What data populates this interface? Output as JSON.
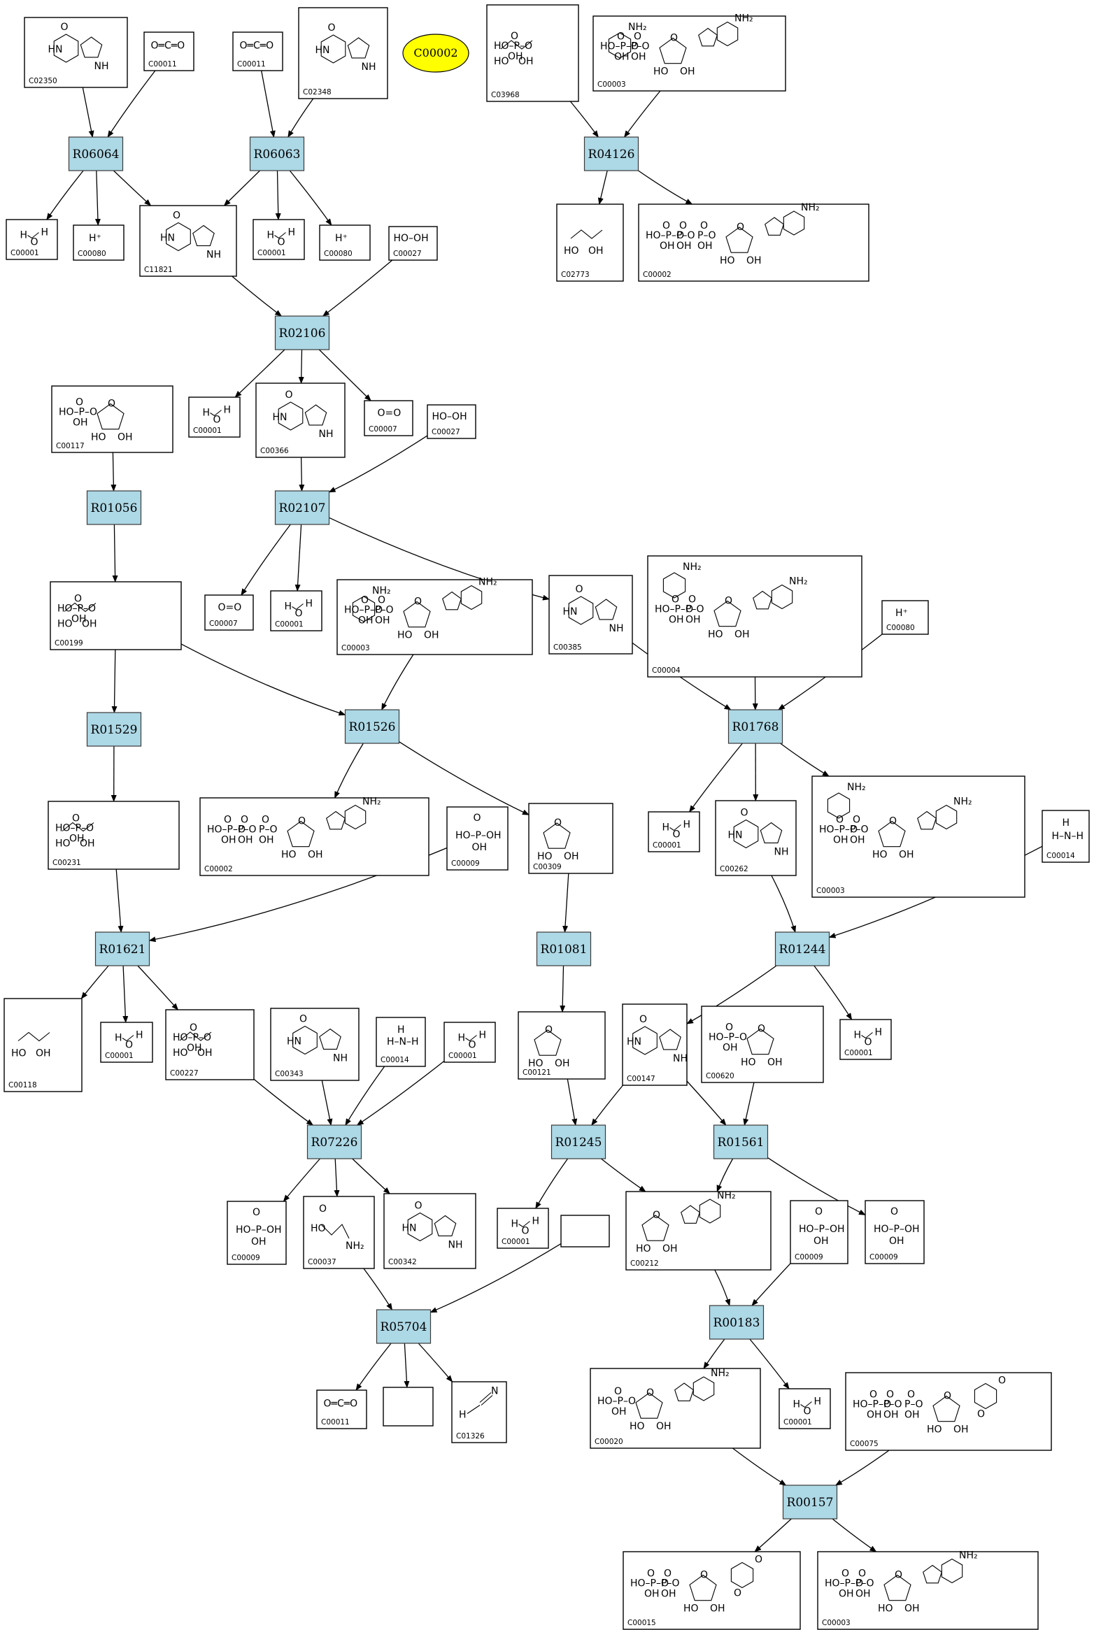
{
  "colors": {
    "reaction_fill": "#add8e6",
    "highlight_fill": "#ffff00",
    "edge": "#000000"
  },
  "highlight": {
    "label": "C00002"
  },
  "reactions": {
    "R06064": "R06064",
    "R06063": "R06063",
    "R04126": "R04126",
    "R02106": "R02106",
    "R01056": "R01056",
    "R02107": "R02107",
    "R01529": "R01529",
    "R01526": "R01526",
    "R01768": "R01768",
    "R01621": "R01621",
    "R01081": "R01081",
    "R01244": "R01244",
    "R07226": "R07226",
    "R01245": "R01245",
    "R01561": "R01561",
    "R05704": "R05704",
    "R00183": "R00183",
    "R00157": "R00157"
  },
  "compounds": {
    "c02350": "C02350",
    "c00011a": "C00011",
    "c00011b": "C00011",
    "c02348": "C02348",
    "c03968": "C03968",
    "c00003a": "C00003",
    "c00001a": "C00001",
    "c00080a": "C00080",
    "c11821": "C11821",
    "c00001b": "C00001",
    "c00080b": "C00080",
    "c00027a": "C00027",
    "c02773": "C02773",
    "c00002a": "C00002",
    "c00117": "C00117",
    "c00001c": "C00001",
    "c00366": "C00366",
    "c00007a": "C00007",
    "c00027b": "C00027",
    "c00199": "C00199",
    "c00007b": "C00007",
    "c00001d": "C00001",
    "c00003b": "C00003",
    "c00385": "C00385",
    "c00004": "C00004",
    "c00080c": "C00080",
    "c00231": "C00231",
    "c00002b": "C00002",
    "c00009a": "C00009",
    "c00309": "C00309",
    "c00001e": "C00001",
    "c00262": "C00262",
    "c00003c": "C00003",
    "c00014a": "C00014",
    "c00118": "C00118",
    "c00001f": "C00001",
    "c00227": "C00227",
    "c00343": "C00343",
    "c00014b": "C00014",
    "c00001g": "C00001",
    "c00121": "C00121",
    "c00147": "C00147",
    "c00620": "C00620",
    "c00001h": "C00001",
    "c00009b": "C00009",
    "c00037": "C00037",
    "c00342": "C00342",
    "c00001i": "C00001",
    "c00212": "C00212",
    "c00009c": "C00009",
    "c00009d": "C00009",
    "c00011c": "C00011",
    "c01326": "C01326",
    "c00020": "C00020",
    "c00001j": "C00001",
    "c00075": "C00075",
    "c00015": "C00015",
    "c00003d": "C00003"
  },
  "formulas": {
    "water": "H O H",
    "proton": "H⁺",
    "peroxide": "HO–OH",
    "oxygen": "O=O",
    "co2": "O=C=O",
    "phosphate": "HO–P(=O)(OH)–OH",
    "ammonia": "H–N–H",
    "hcn": "H–C≡N"
  }
}
